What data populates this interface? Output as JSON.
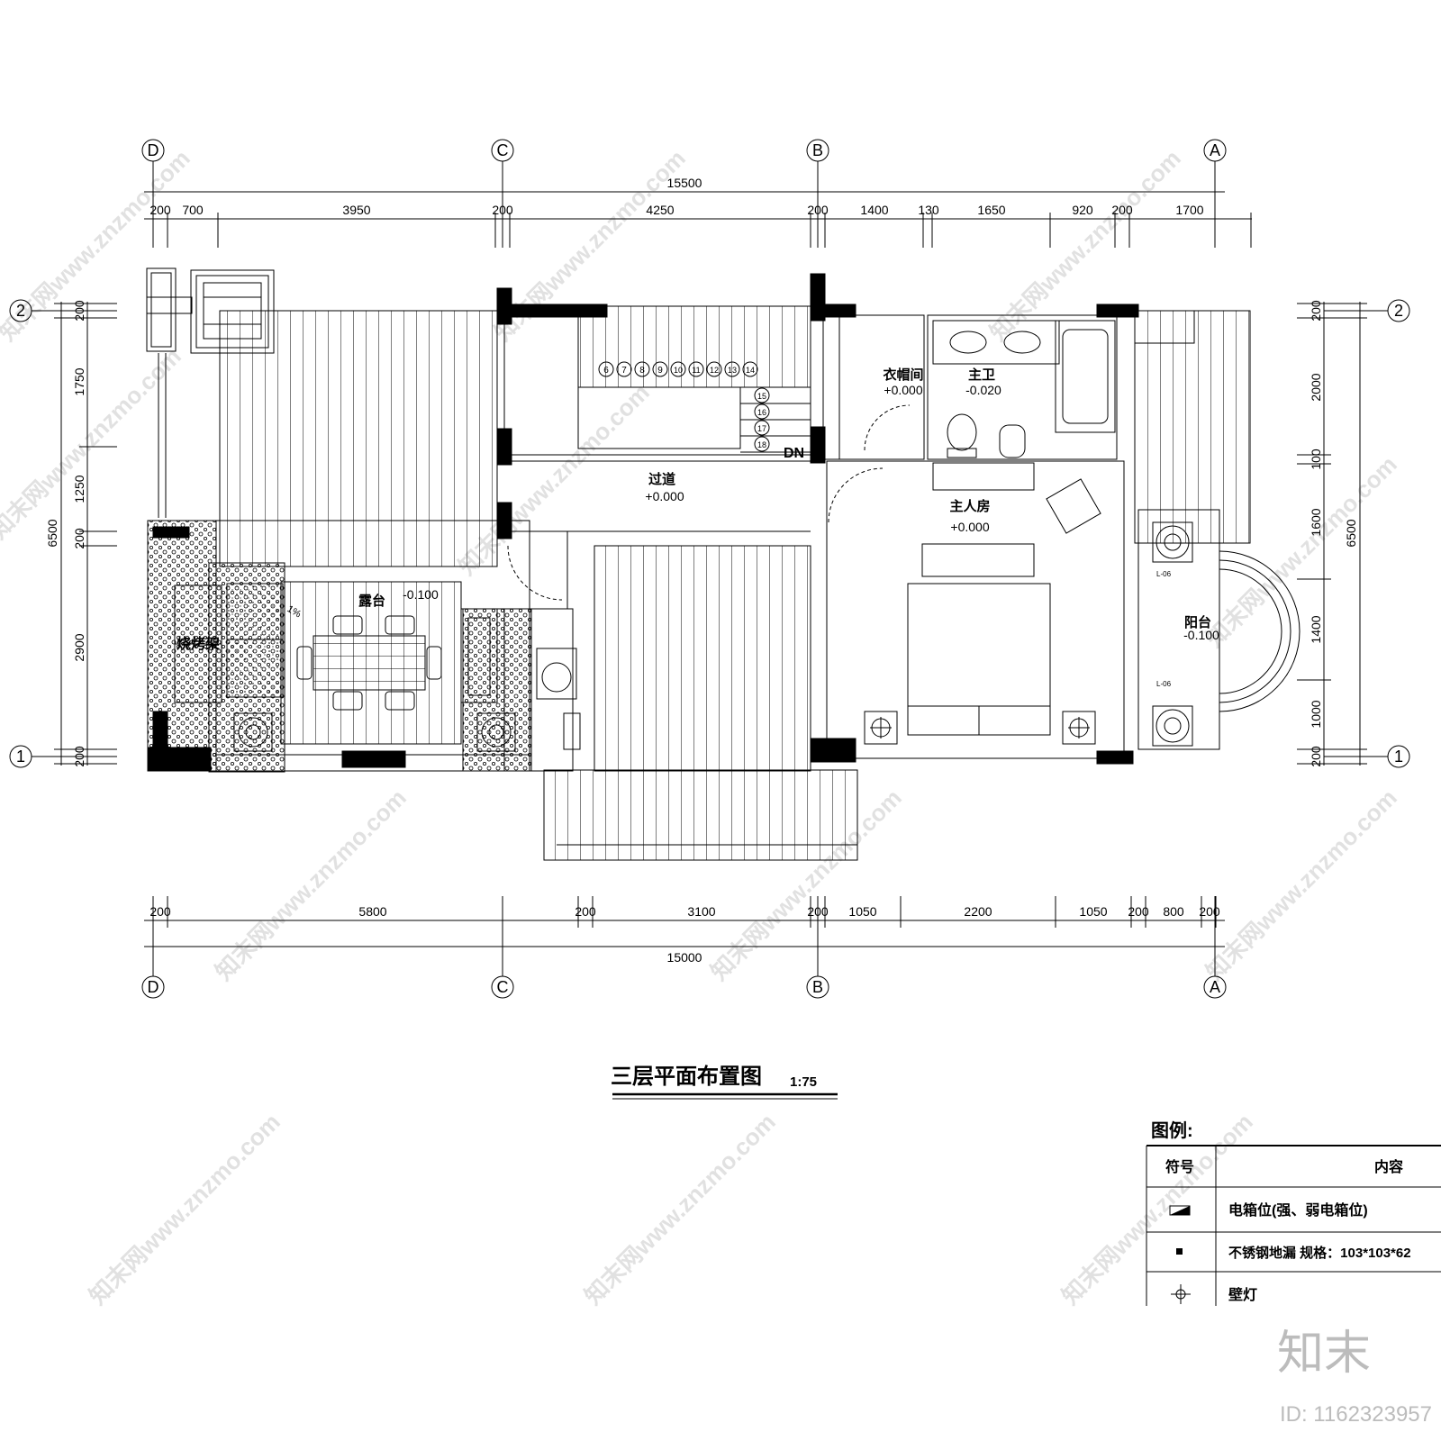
{
  "title": "三层平面布置图",
  "scale": "1:75",
  "axes": {
    "vertical": [
      "D",
      "C",
      "B",
      "A"
    ],
    "horizontal": [
      "2",
      "1"
    ]
  },
  "top_dimensions": {
    "total": "15500",
    "segments": [
      "200",
      "700",
      "3950",
      "200",
      "4250",
      "200",
      "1400",
      "130",
      "1650",
      "920",
      "200",
      "1700"
    ]
  },
  "bottom_dimensions": {
    "total": "15000",
    "segments": [
      "200",
      "5800",
      "200",
      "3100",
      "200",
      "1050",
      "2200",
      "1050",
      "200",
      "800",
      "200"
    ]
  },
  "left_dimensions": {
    "total": "6500",
    "segments": [
      "200",
      "1750",
      "1250",
      "200",
      "2900",
      "200"
    ]
  },
  "right_dimensions": {
    "total": "6500",
    "segments": [
      "200",
      "2000",
      "100",
      "1600",
      "1400",
      "1000",
      "200"
    ]
  },
  "rooms": [
    {
      "name": "衣帽间",
      "elevation": "+0.000"
    },
    {
      "name": "主卫",
      "elevation": "-0.020"
    },
    {
      "name": "过道",
      "elevation": "+0.000"
    },
    {
      "name": "主人房",
      "elevation": "+0.000"
    },
    {
      "name": "露台",
      "elevation": "-0.100"
    },
    {
      "name": "阳台",
      "elevation": "-0.100"
    }
  ],
  "labels": {
    "bbq": "烧烤架",
    "down": "DN",
    "lamp_tag": "L-06",
    "slope": "1%"
  },
  "stairs": [
    "6",
    "7",
    "8",
    "9",
    "10",
    "11",
    "12",
    "13",
    "14",
    "15",
    "16",
    "17",
    "18"
  ],
  "legend": {
    "heading": "图例:",
    "col_symbol": "符号",
    "col_content": "内容",
    "rows": [
      {
        "icon": "electric-box-icon",
        "text": "电箱位(强、弱电箱位)"
      },
      {
        "icon": "floor-drain-icon",
        "text": "不锈钢地漏  规格：103*103*62"
      },
      {
        "icon": "wall-lamp-icon",
        "text": "壁灯"
      }
    ]
  },
  "watermark": {
    "text": "知末网www.znzmo.com",
    "brand": "知末",
    "id": "ID: 1162323957"
  }
}
